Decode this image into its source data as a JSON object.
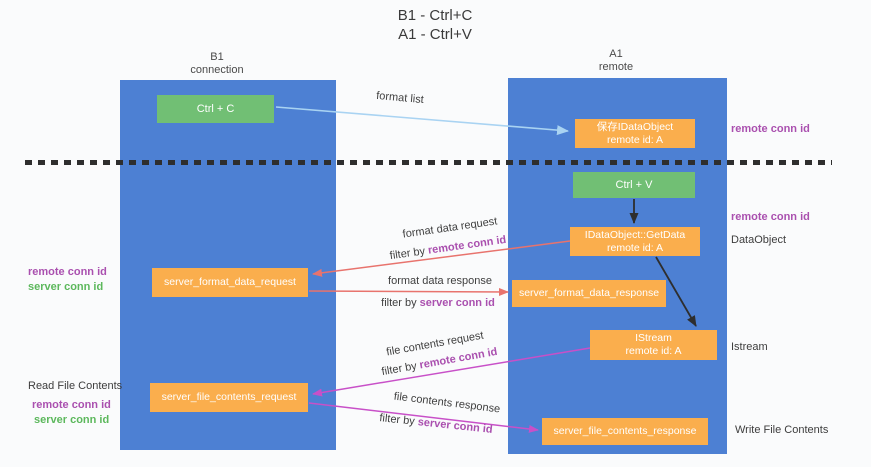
{
  "title": {
    "line1": "B1 - Ctrl+C",
    "line2": "A1 - Ctrl+V"
  },
  "columns": {
    "left": {
      "name": "B1",
      "subtitle": "connection"
    },
    "right": {
      "name": "A1",
      "subtitle": "remote"
    }
  },
  "boxes": {
    "ctrl_c": {
      "label": "Ctrl + C"
    },
    "save_idataobject": {
      "line1": "保存IDataObject",
      "line2": "remote id: A"
    },
    "ctrl_v": {
      "label": "Ctrl + V"
    },
    "getdata": {
      "line1": "IDataObject::GetData",
      "line2": "remote id: A"
    },
    "format_request": {
      "label": "server_format_data_request"
    },
    "format_response": {
      "label": "server_format_data_response"
    },
    "istream": {
      "line1": "IStream",
      "line2": "remote id: A"
    },
    "file_request": {
      "label": "server_file_contents_request"
    },
    "file_response": {
      "label": "server_file_contents_response"
    }
  },
  "arrow_labels": {
    "format_list": "format list",
    "format_data_request": "format data request",
    "filter_remote_1": {
      "prefix": "filter by ",
      "highlight": "remote conn id"
    },
    "format_data_response": "format data response",
    "filter_server_1": {
      "prefix": "filter by ",
      "highlight": "server conn id"
    },
    "file_contents_request": "file contents request",
    "filter_remote_2": {
      "prefix": "filter by ",
      "highlight": "remote conn id"
    },
    "file_contents_response": "file contents response",
    "filter_server_2": {
      "prefix": "filter by ",
      "highlight": "server conn id"
    }
  },
  "side_labels": {
    "right_remote_conn_1": "remote conn id",
    "right_remote_conn_2": "remote conn id",
    "right_dataobject": "DataObject",
    "right_istream": "Istream",
    "right_write_file": "Write File Contents",
    "left_remote_conn_1": "remote conn id",
    "left_server_conn_1": "server conn id",
    "left_read_file": "Read File Contents",
    "left_remote_conn_2": "remote conn id",
    "left_server_conn_2": "server conn id"
  },
  "colors": {
    "column_blue": "#4d80d3",
    "box_green": "#71bf74",
    "box_orange": "#faae4d",
    "arrow_lightblue": "#a9d3f2",
    "arrow_red": "#e8736d",
    "arrow_magenta": "#c850c8",
    "arrow_black": "#2e2e2e",
    "text_purple": "#aa50af",
    "text_green": "#5cb85c",
    "text_dark": "#3d3d3d"
  }
}
